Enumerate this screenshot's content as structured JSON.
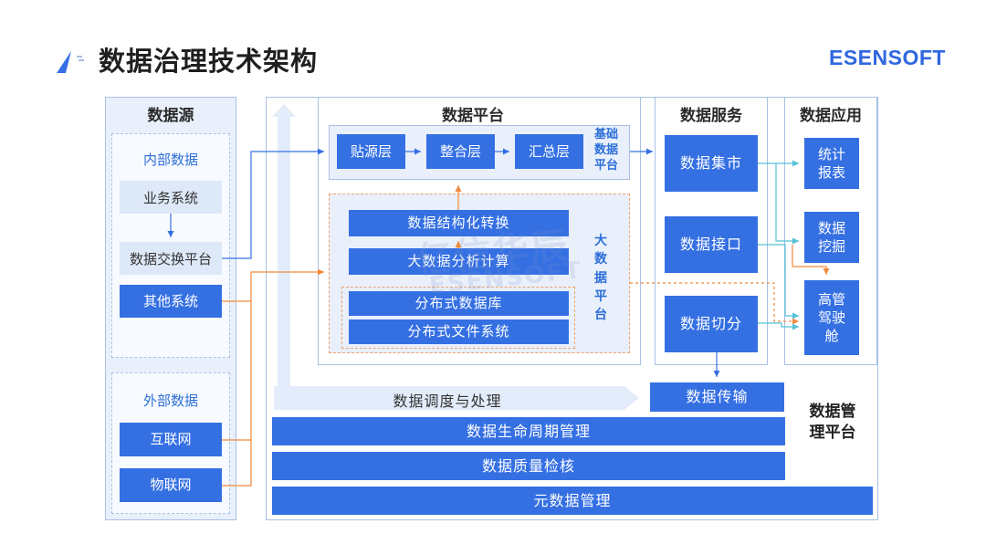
{
  "page": {
    "title": "数据治理技术架构",
    "logo": "ESENSOFT",
    "watermark_top": "亿信华辰",
    "watermark_bottom": "ESENSOFT"
  },
  "sources": {
    "title": "数据源",
    "internal": {
      "label": "内部数据",
      "items": [
        "业务系统",
        "数据交换平台",
        "其他系统"
      ]
    },
    "external": {
      "label": "外部数据",
      "items": [
        "互联网",
        "物联网"
      ]
    }
  },
  "platform": {
    "title": "数据平台",
    "base": {
      "layers": [
        "贴源层",
        "整合层",
        "汇总层"
      ],
      "label": "基础数据平台"
    },
    "bigdata": {
      "items": [
        "数据结构化转换",
        "大数据分析计算",
        "分布式数据库",
        "分布式文件系统"
      ],
      "label": "大数据平台"
    }
  },
  "services": {
    "title": "数据服务",
    "items": [
      "数据集市",
      "数据接口",
      "数据切分"
    ]
  },
  "apps": {
    "title": "数据应用",
    "items": [
      "统计报表",
      "数据挖掘",
      "高管驾驶舱"
    ]
  },
  "management": {
    "label": "数据管理平台",
    "schedule": "数据调度与处理",
    "transfer": "数据传输",
    "rows": [
      "数据生命周期管理",
      "数据质量检核",
      "元数据管理"
    ]
  },
  "colors": {
    "primary": "#3570e3",
    "orange": "#f08a3c",
    "cyan": "#55c0d8",
    "panel": "#e9f0fb"
  }
}
